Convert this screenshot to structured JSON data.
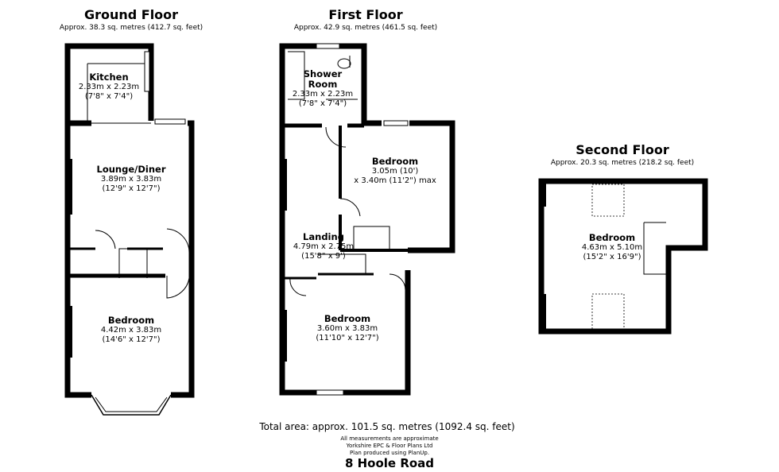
{
  "floors": [
    {
      "title": "Ground Floor",
      "area": "Approx. 38.3 sq. metres (412.7 sq. feet)",
      "rooms": [
        {
          "name": "Kitchen",
          "dim_m": "2.33m x 2.23m",
          "dim_ft": "(7'8\" x 7'4\")"
        },
        {
          "name": "Lounge/Diner",
          "dim_m": "3.89m x 3.83m",
          "dim_ft": "(12'9\" x 12'7\")"
        },
        {
          "name": "Bedroom",
          "dim_m": "4.42m x 3.83m",
          "dim_ft": "(14'6\" x 12'7\")"
        }
      ]
    },
    {
      "title": "First Floor",
      "area": "Approx. 42.9 sq. metres (461.5 sq. feet)",
      "rooms": [
        {
          "name": "Shower",
          "name2": "Room",
          "dim_m": "2.33m x 2.23m",
          "dim_ft": "(7'8\" x 7'4\")"
        },
        {
          "name": "Bedroom",
          "dim_m": "3.05m (10')",
          "dim_ft": "x 3.40m (11'2\") max"
        },
        {
          "name": "Landing",
          "dim_m": "4.79m x 2.75m",
          "dim_ft": "(15'8\" x 9')"
        },
        {
          "name": "Bedroom",
          "dim_m": "3.60m x 3.83m",
          "dim_ft": "(11'10\" x 12'7\")"
        }
      ]
    },
    {
      "title": "Second Floor",
      "area": "Approx. 20.3 sq. metres (218.2 sq. feet)",
      "rooms": [
        {
          "name": "Bedroom",
          "dim_m": "4.63m x 5.10m",
          "dim_ft": "(15'2\" x 16'9\")"
        }
      ]
    }
  ],
  "footer": {
    "total": "Total area: approx. 101.5 sq. metres (1092.4 sq. feet)",
    "note1": "All measurements are approximate",
    "note2": "Yorkshire EPC & Floor Plans  Ltd",
    "note3": "Plan produced using PlanUp.",
    "address": "8 Hoole Road"
  }
}
